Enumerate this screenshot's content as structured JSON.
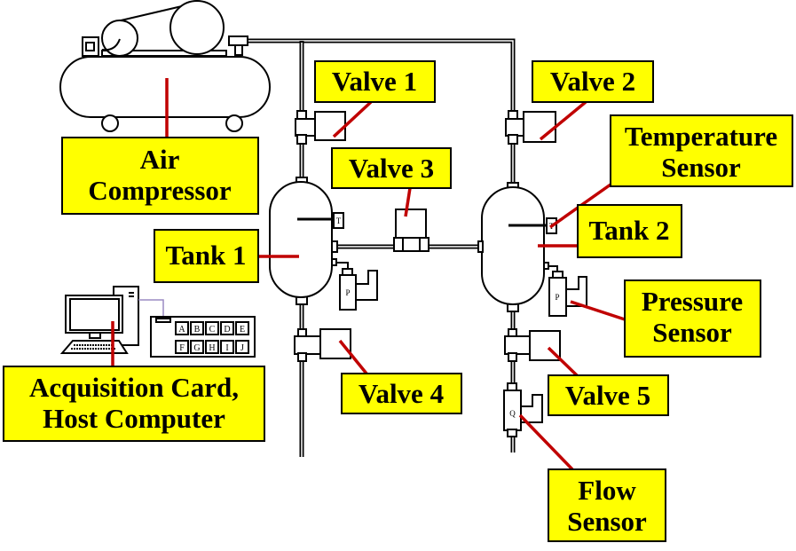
{
  "diagram": {
    "labels": {
      "air_compressor": [
        "Air",
        "Compressor"
      ],
      "valve1": "Valve 1",
      "valve2": "Valve 2",
      "valve3": "Valve 3",
      "valve4": "Valve 4",
      "valve5": "Valve 5",
      "tank1": "Tank 1",
      "tank2": "Tank 2",
      "temperature_sensor": [
        "Temperature",
        "Sensor"
      ],
      "pressure_sensor": [
        "Pressure",
        "Sensor"
      ],
      "flow_sensor": [
        "Flow",
        "Sensor"
      ],
      "acquisition": [
        "Acquisition Card,",
        "Host Computer"
      ]
    },
    "sensor_glyphs": {
      "temperature": "T",
      "pressure": "P",
      "flow": "Q"
    },
    "acquisition_card_keys": [
      "A",
      "B",
      "C",
      "D",
      "E",
      "F",
      "G",
      "H",
      "I",
      "J"
    ],
    "colors": {
      "label_fill": "#ffff00",
      "leader_line": "#c00000",
      "cable": "#9b8bc4"
    }
  }
}
